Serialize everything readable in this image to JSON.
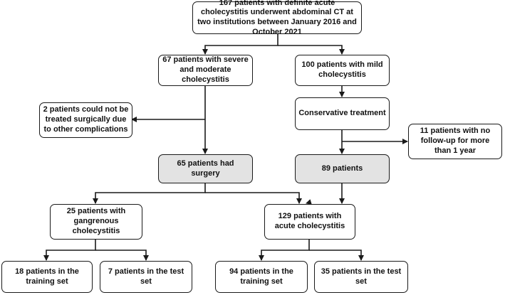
{
  "flowchart": {
    "nodes": {
      "n_start": "167 patients with definite acute cholecystitis underwent abdominal CT at two institutions between January 2016 and October 2021",
      "n_severe": "67 patients with severe and moderate cholecystitis",
      "n_mild": "100 patients with mild cholecystitis",
      "n_excluded_surgery": "2 patients could not be treated surgically due to other complications",
      "n_conservative": "Conservative treatment",
      "n_no_followup": "11 patients with no follow-up for more than 1 year",
      "n_surgery": "65 patients had surgery",
      "n_89": "89 patients",
      "n_gangrenous": "25 patients with gangrenous cholecystitis",
      "n_acute": "129 patients with acute cholecystitis",
      "n_g_train": "18 patients in the training set",
      "n_g_test": "7 patients in the test set",
      "n_a_train": "94 patients in the training set",
      "n_a_test": "35 patients in the test set"
    },
    "shaded_nodes": [
      "n_surgery",
      "n_89"
    ],
    "edges": [
      [
        "n_start",
        "n_severe"
      ],
      [
        "n_start",
        "n_mild"
      ],
      [
        "n_severe",
        "n_excluded_surgery"
      ],
      [
        "n_severe",
        "n_surgery"
      ],
      [
        "n_mild",
        "n_conservative"
      ],
      [
        "n_conservative",
        "n_no_followup"
      ],
      [
        "n_conservative",
        "n_89"
      ],
      [
        "n_surgery",
        "n_gangrenous"
      ],
      [
        "n_surgery",
        "n_acute"
      ],
      [
        "n_89",
        "n_acute"
      ],
      [
        "n_gangrenous",
        "n_g_train"
      ],
      [
        "n_gangrenous",
        "n_g_test"
      ],
      [
        "n_acute",
        "n_a_train"
      ],
      [
        "n_acute",
        "n_a_test"
      ]
    ]
  }
}
